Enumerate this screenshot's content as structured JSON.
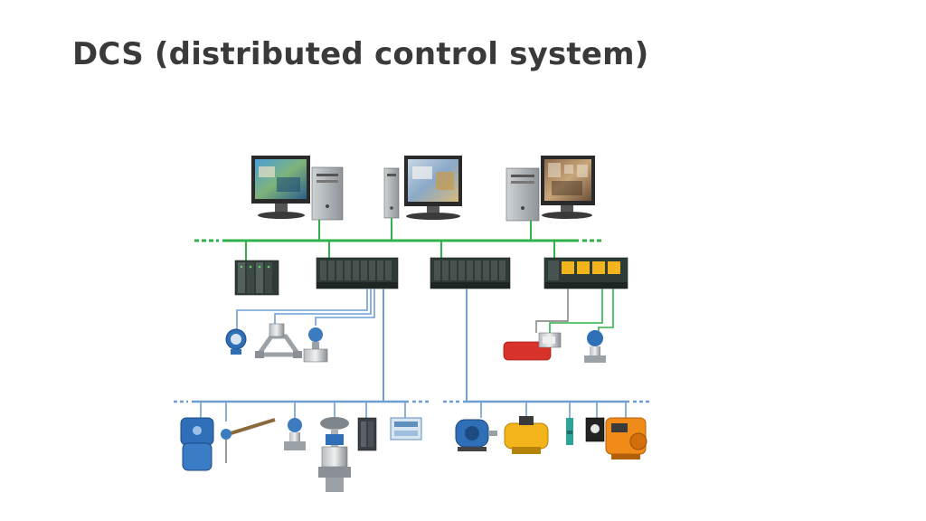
{
  "slide": {
    "title": "DCS (distributed control system)"
  },
  "diagram": {
    "description_items": {
      "workstations": [
        "workstation-1",
        "workstation-2",
        "workstation-3"
      ],
      "controllers": [
        "io-rack-1",
        "controller-rack-2",
        "controller-rack-3",
        "controller-rack-4"
      ],
      "field_devices_upper_left": [
        "transmitter-icon",
        "coriolis-flowmeter-icon",
        "vortex-flowmeter-icon"
      ],
      "field_devices_upper_right": [
        "pneumatic-actuator-icon",
        "pressure-transmitter-icon"
      ],
      "field_devices_lower_left": [
        "magnetic-flowmeter-icon",
        "level-probe-icon",
        "pressure-transmitter-icon",
        "control-valve-icon",
        "io-module-icon",
        "gateway-module-icon"
      ],
      "field_devices_lower_right": [
        "electric-motor-icon",
        "rotary-actuator-icon",
        "proximity-sensor-icon",
        "valve-positioner-icon",
        "electric-actuator-icon"
      ]
    },
    "colors": {
      "ethernet_bus": "#2fb24a",
      "fieldbus": "#6f9fd0",
      "controller_body": "#2d3a36",
      "screen_bezel": "#333333",
      "yellow_device": "#f3b41b",
      "orange_device": "#f08a18",
      "blue_device": "#2f6fb8"
    }
  }
}
